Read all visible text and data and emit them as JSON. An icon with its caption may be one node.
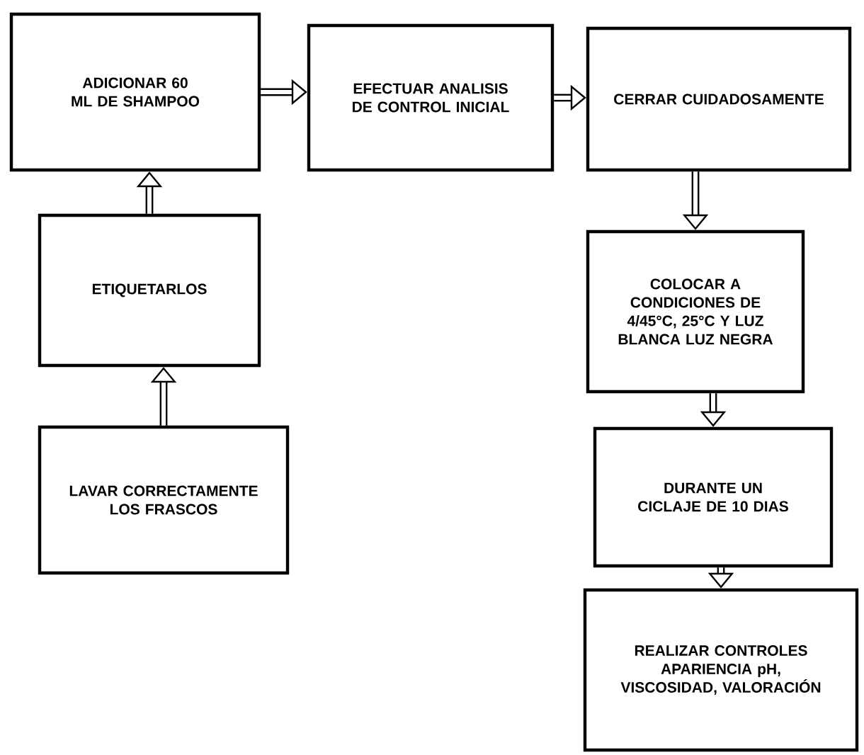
{
  "diagram": {
    "nodes": [
      {
        "text": [
          "ADICIONAR 60 ML DE SHAMPOO"
        ]
      },
      {
        "text": [
          "EFECTUAR ANALISIS DE CONTROL INICIAL"
        ]
      },
      {
        "text": [
          "CERRAR CUIDADOSAMENTE"
        ]
      },
      {
        "text": [
          "ETIQUETARLOS"
        ]
      },
      {
        "text": [
          "COLOCAR A CONDICIONES DE 4/45°C, 25°C Y LUZ BLANCA LUZ NEGRA"
        ]
      },
      {
        "text": [
          "LAVAR CORRECTAMENTE LOS FRASCOS"
        ]
      },
      {
        "text": [
          "DURANTE UN CICLAJE DE 10 DIAS"
        ]
      },
      {
        "text": [
          "REALIZAR CONTROLES APARIENCIA pH, VISCOSIDAD, VALORACIÓN"
        ]
      }
    ],
    "edges": [
      {
        "from": 0,
        "to": 1,
        "arrow": "to"
      },
      {
        "from": 1,
        "to": 2,
        "arrow": "to"
      },
      {
        "from": 3,
        "to": 0,
        "arrow": "to"
      },
      {
        "from": 5,
        "to": 3,
        "arrow": "to"
      },
      {
        "from": 2,
        "to": 4,
        "arrow": "to"
      },
      {
        "from": 4,
        "to": 6,
        "arrow": "to"
      },
      {
        "from": 6,
        "to": 7,
        "arrow": "to"
      }
    ]
  }
}
